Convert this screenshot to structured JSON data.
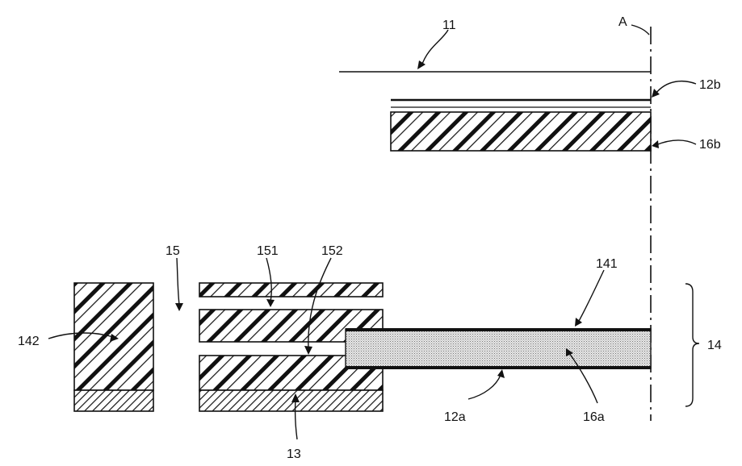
{
  "labels": {
    "l11": "11",
    "lA": "A",
    "l12b": "12b",
    "l16b": "16b",
    "l15": "15",
    "l151": "151",
    "l152": "152",
    "l141": "141",
    "l142": "142",
    "l14": "14",
    "l12a": "12a",
    "l16a": "16a",
    "l13": "13"
  }
}
